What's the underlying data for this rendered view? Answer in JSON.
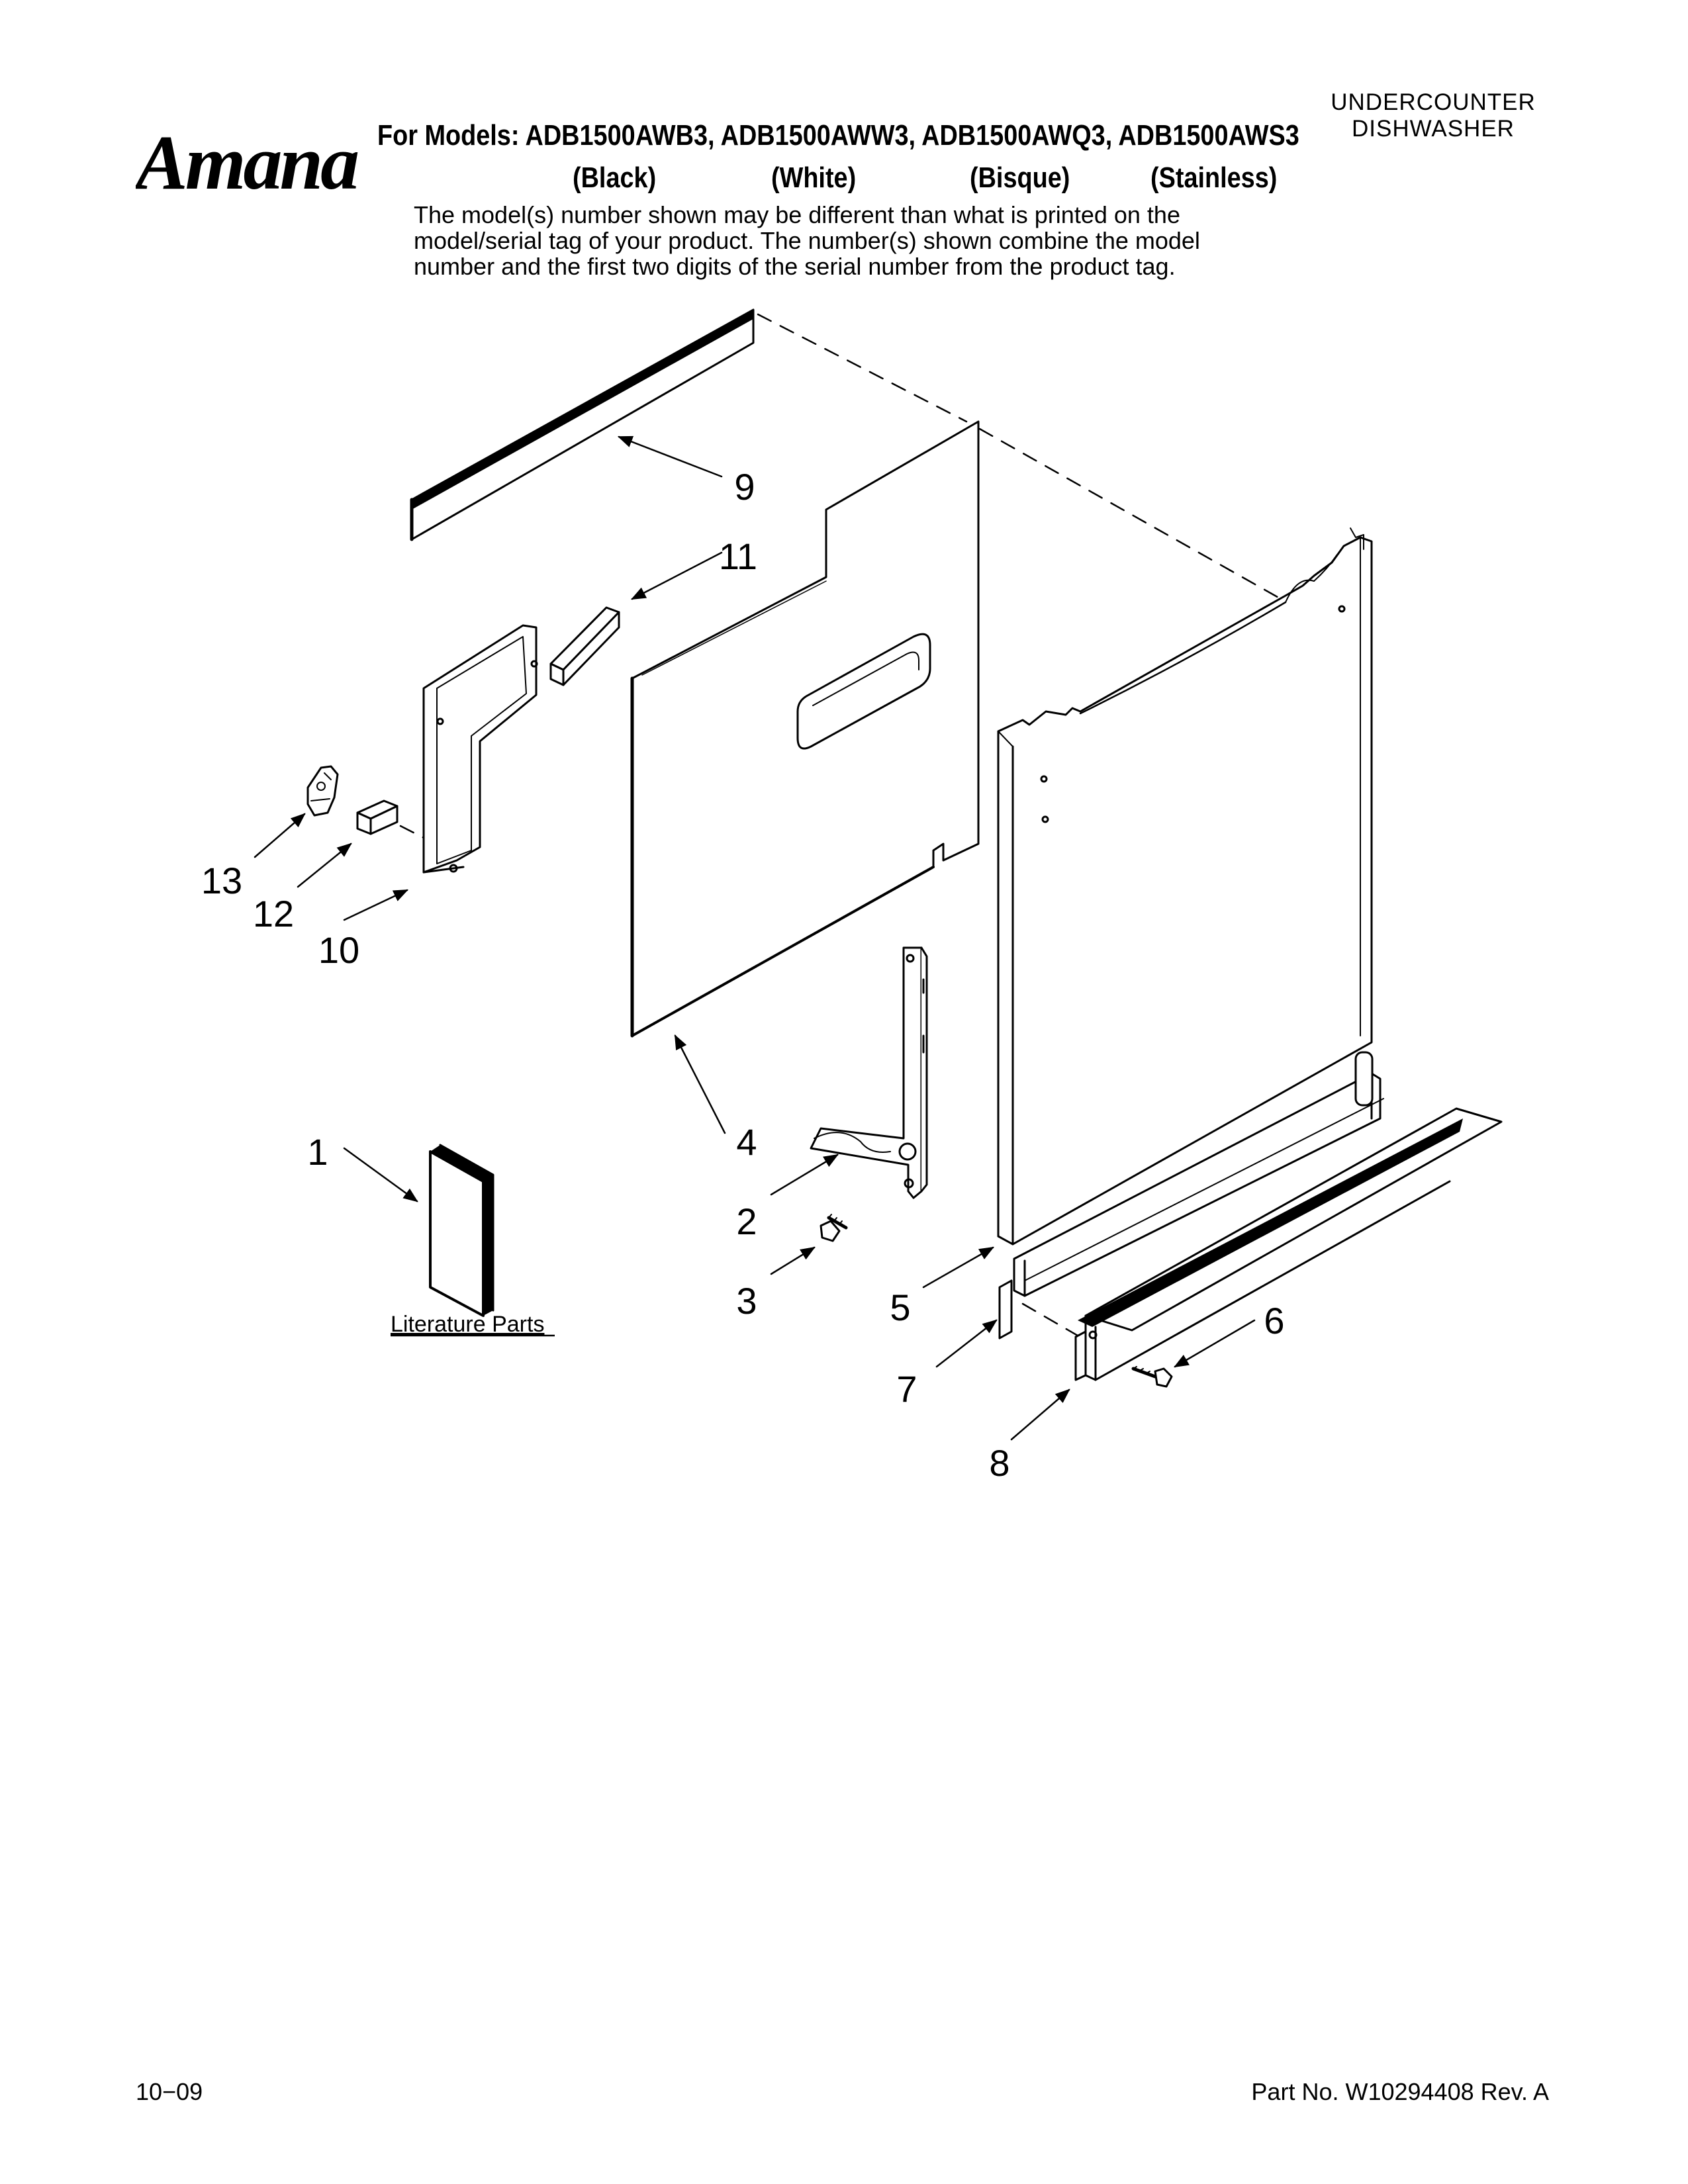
{
  "header": {
    "brand": "Amana",
    "product": [
      "UNDERCOUNTER",
      "DISHWASHER"
    ],
    "models_line": "For Models: ADB1500AWB3, ADB1500AWW3, ADB1500AWQ3, ADB1500AWS3",
    "colors": [
      "(Black)",
      "(White)",
      "(Bisque)",
      "(Stainless)"
    ],
    "note": [
      "The model(s) number shown may be different than what is printed on the",
      "model/serial tag of your product. The number(s) shown combine the model",
      "number and the first two digits of the serial number from the product tag."
    ]
  },
  "diagram": {
    "callouts": [
      "1",
      "2",
      "3",
      "4",
      "5",
      "6",
      "7",
      "8",
      "9",
      "10",
      "11",
      "12",
      "13"
    ],
    "literature_label": "Literature Parts"
  },
  "footer": {
    "date": "10−09",
    "part_number": "Part No. W10294408 Rev. A"
  }
}
